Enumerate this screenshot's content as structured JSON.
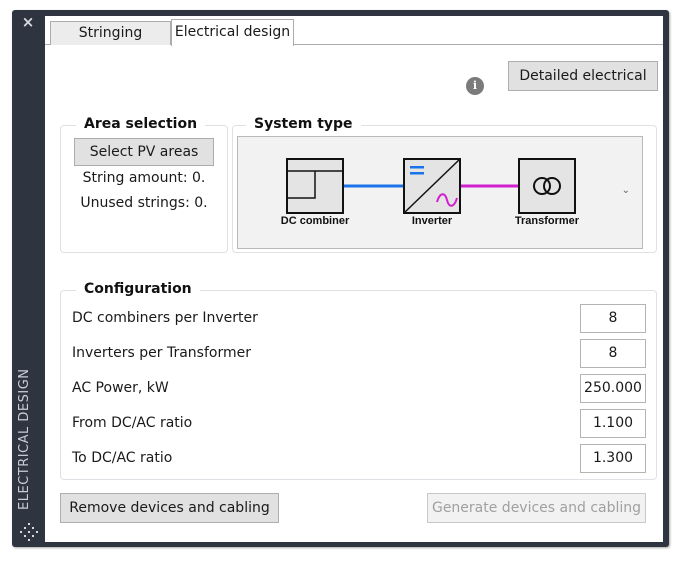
{
  "side_panel": {
    "title": "ELECTRICAL DESIGN",
    "close_icon": "×"
  },
  "tabs": [
    {
      "label": "Stringing",
      "active": false
    },
    {
      "label": "Electrical design",
      "active": true
    }
  ],
  "header": {
    "info_icon": "i",
    "detailed_button": "Detailed electrical"
  },
  "area_selection": {
    "title": "Area selection",
    "select_button": "Select PV areas",
    "string_amount": "String amount: 0.",
    "unused_strings": "Unused strings: 0."
  },
  "system_type": {
    "title": "System type",
    "devices": [
      {
        "label": "DC combiner",
        "icon": "dc-combiner-icon"
      },
      {
        "label": "Inverter",
        "icon": "inverter-icon"
      },
      {
        "label": "Transformer",
        "icon": "transformer-icon"
      }
    ],
    "colors": {
      "dc_line": "#1a73e8",
      "ac_line": "#d020d0"
    },
    "dropdown_chevron": "⌄"
  },
  "configuration": {
    "title": "Configuration",
    "rows": [
      {
        "label": "DC combiners per Inverter",
        "value": "8"
      },
      {
        "label": "Inverters per Transformer",
        "value": "8"
      },
      {
        "label": "AC Power, kW",
        "value": "250.000"
      },
      {
        "label": "From DC/AC ratio",
        "value": "1.100"
      },
      {
        "label": "To DC/AC ratio",
        "value": "1.300"
      }
    ]
  },
  "footer": {
    "remove_button": "Remove devices and cabling",
    "generate_button": "Generate devices and cabling",
    "generate_disabled": true
  }
}
